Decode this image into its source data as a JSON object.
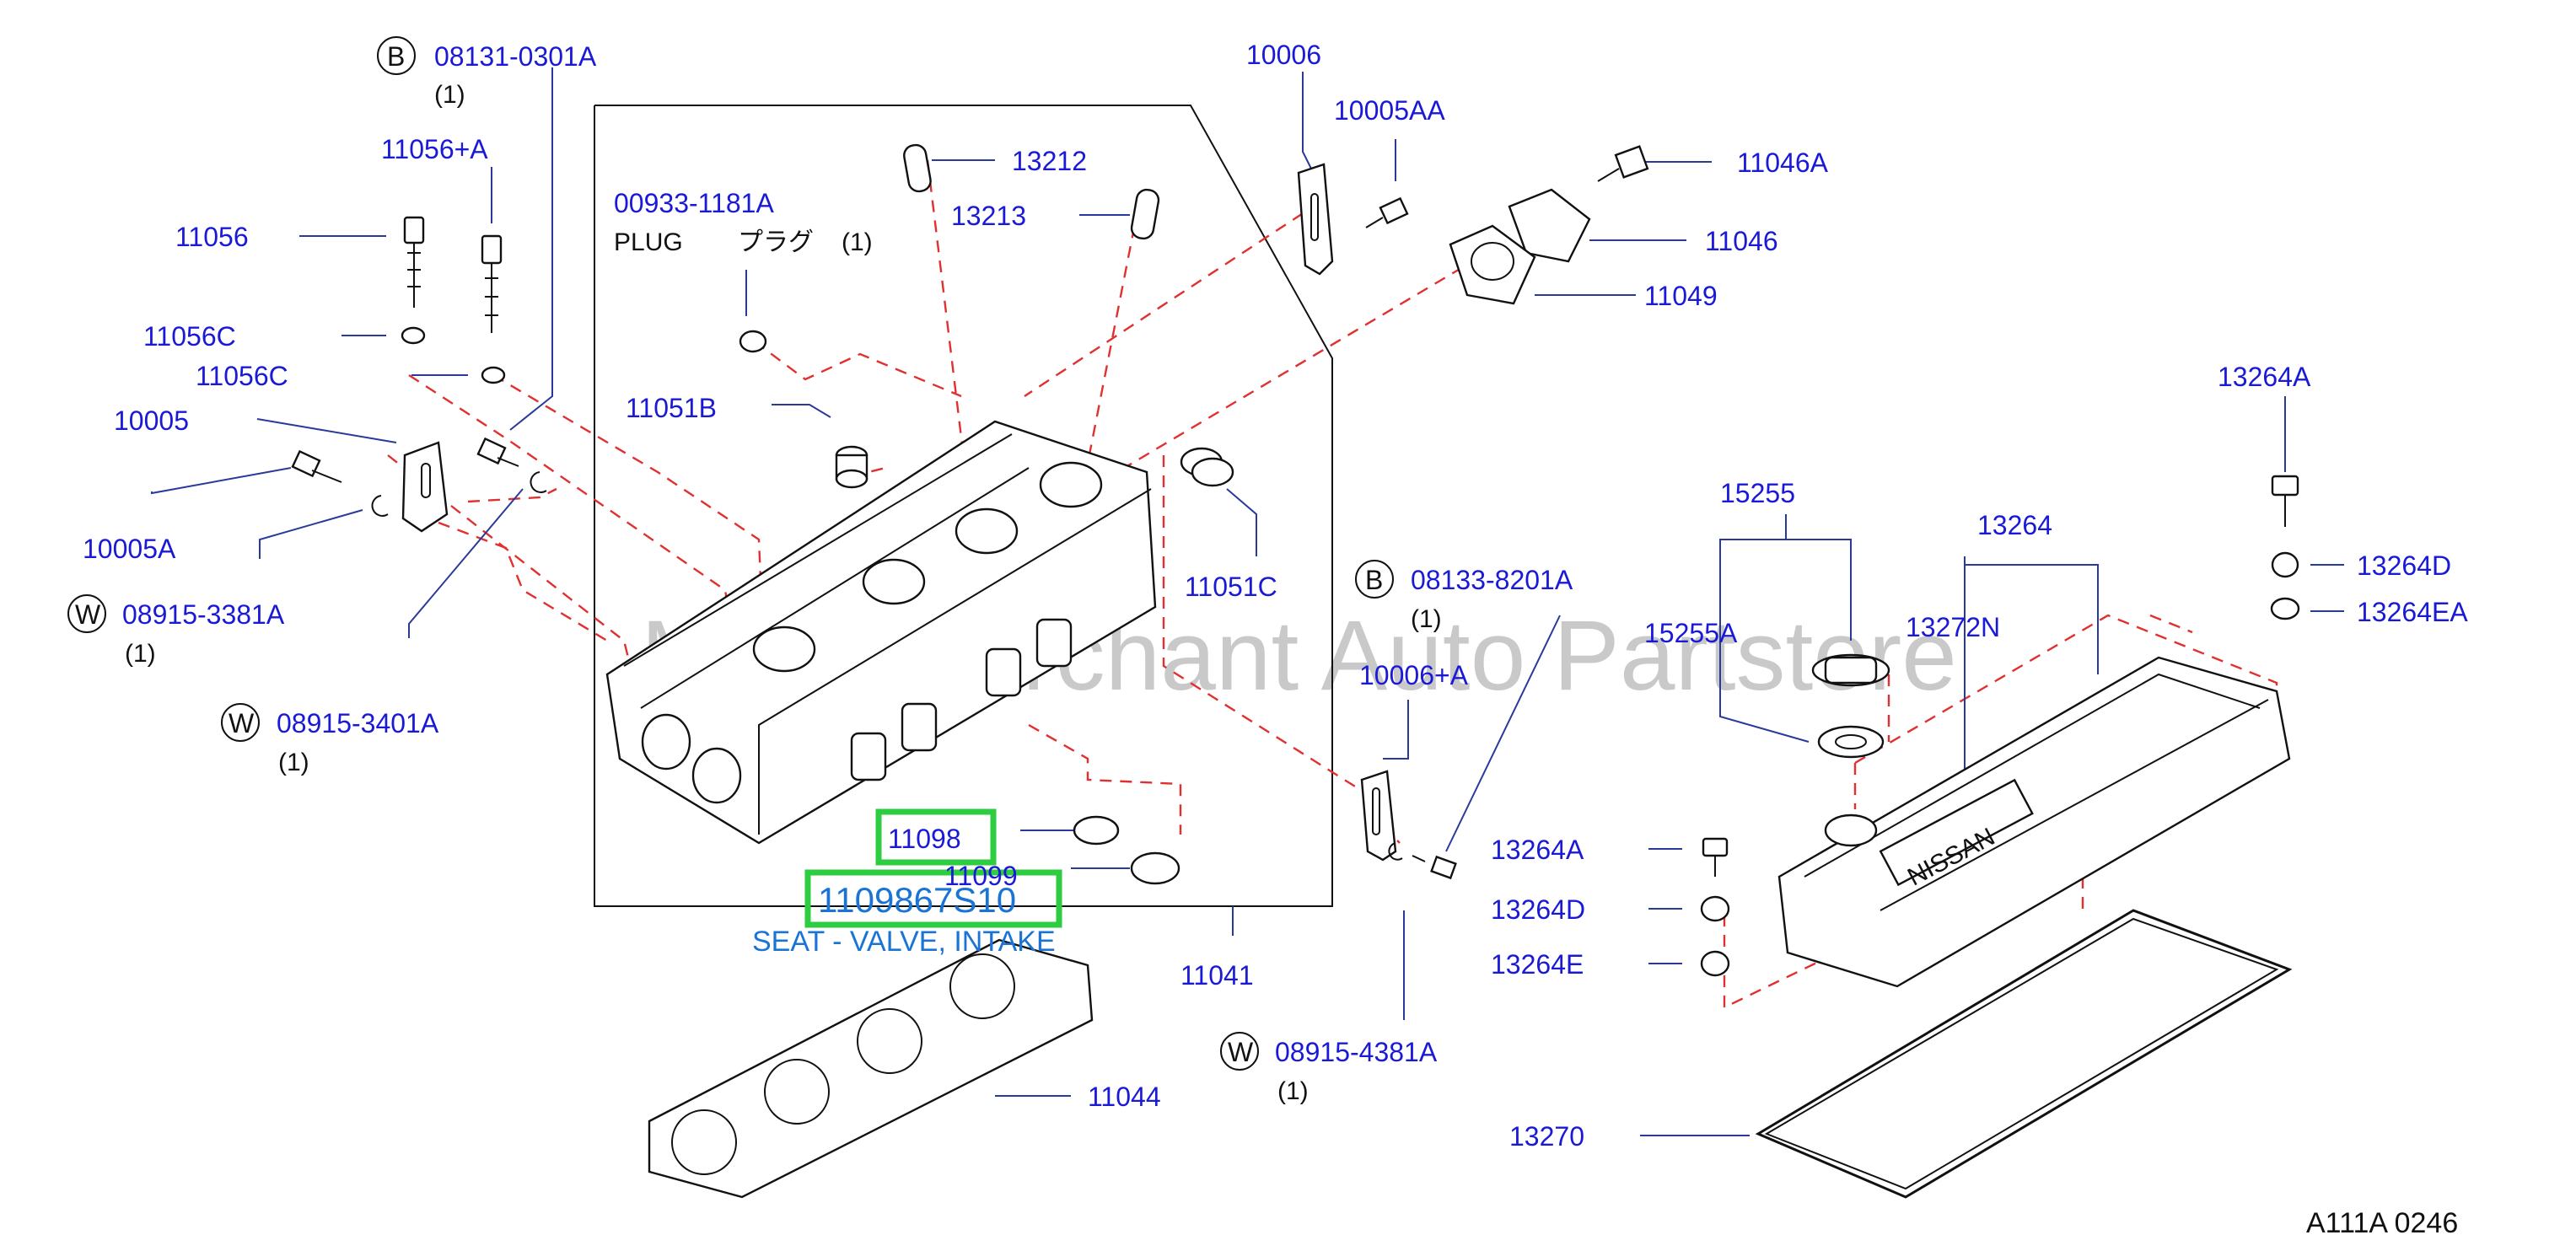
{
  "labels": {
    "b_08131": "08131-0301A",
    "b_08131_qty": "(1)",
    "p_11056A": "11056+A",
    "p_11056": "11056",
    "p_11056C_1": "11056C",
    "p_11056C_2": "11056C",
    "p_10005": "10005",
    "p_10005A": "10005A",
    "w_08915_3381": "08915-3381A",
    "w_08915_3381_qty": "(1)",
    "w_08915_3401": "08915-3401A",
    "w_08915_3401_qty": "(1)",
    "p_00933": "00933-1181A",
    "plug": "PLUG",
    "plug_jp": "プラグ",
    "plug_qty": "(1)",
    "p_13212": "13212",
    "p_13213": "13213",
    "p_11051B": "11051B",
    "p_10006": "10006",
    "p_10005AA": "10005AA",
    "p_11046A": "11046A",
    "p_11046": "11046",
    "p_11049": "11049",
    "p_11051C": "11051C",
    "b_08133": "08133-8201A",
    "b_08133_qty": "(1)",
    "p_10006A": "10006+A",
    "p_11098": "11098",
    "p_11099": "11099",
    "p_1109867S10": "1109867S10",
    "seat_desc": "SEAT - VALVE, INTAKE",
    "p_11041": "11041",
    "w_08915_4381": "08915-4381A",
    "w_08915_4381_qty": "(1)",
    "p_11044": "11044",
    "p_15255": "15255",
    "p_15255A": "15255A",
    "p_13264": "13264",
    "p_13272N": "13272N",
    "p_13264A_top": "13264A",
    "p_13264D_top": "13264D",
    "p_13264EA": "13264EA",
    "p_13264A": "13264A",
    "p_13264D": "13264D",
    "p_13264E": "13264E",
    "p_13270": "13270",
    "nissan": "NISSAN",
    "code": "A111A  0246",
    "circle_b": "B",
    "circle_w": "W"
  },
  "watermark": "Multi-Merchant Auto Partstore",
  "colors": {
    "label": "#1a1ad6",
    "leader": "#2a3a9a",
    "dashed": "#e03030",
    "highlight": "#2ecc40",
    "highlight_text": "#1a74d6"
  }
}
